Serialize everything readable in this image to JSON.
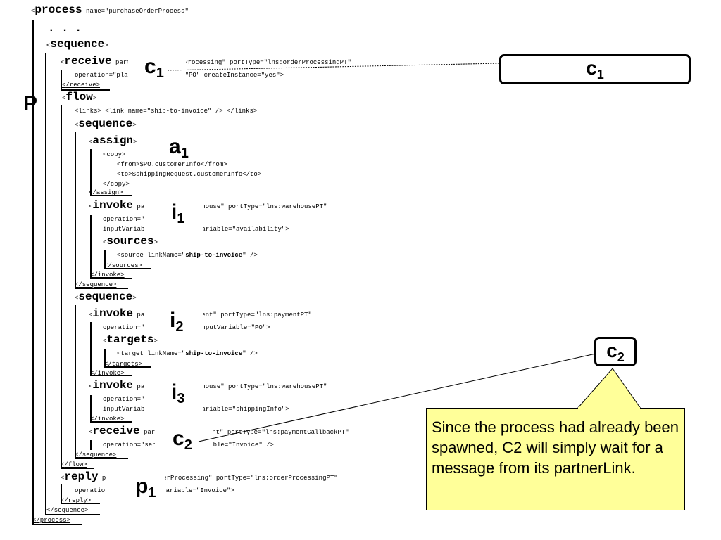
{
  "code": {
    "process_open_tag": "process",
    "process_attrs": " name=\"purchaseOrderProcess\"",
    "ellipsis": ". . .",
    "sequence_tag": "sequence",
    "receive_tag": "receive",
    "receive1_attr": " partnerLink=\"orderProcessing\" portType=\"lns:orderProcessingPT\"",
    "receive1_attr2": "operation=\"placePO\" variable=\"PO\" createInstance=\"yes\">",
    "receive_close": "/receive>",
    "flow_tag": "flow",
    "links_line": "<links> <link name=\"ship-to-invoice\" /> </links>",
    "assign_tag": "assign",
    "copy_open": "<copy>",
    "from_line": "<from>$PO.customerInfo</from>",
    "to_line": "<to>$shippingRequest.customerInfo</to>",
    "copy_close": "</copy>",
    "assign_close": "/assign>",
    "invoke_tag": "invoke",
    "invoke1_attr": " partnerLink=\"warehouse\" portType=\"lns:warehousePT\"",
    "invoke1_attr2": "operation=\"checkInventory\"",
    "invoke1_attr3": "inputVariable=\"PO\" outputVariable=\"availability\">",
    "sources_tag": "sources",
    "source_prefix": "<source linkName=\"",
    "link_name": "ship-to-invoice",
    "link_suffix": "\" />",
    "sources_close": "/sources>",
    "invoke_close": "/invoke>",
    "sequence_close": "/sequence>",
    "invoke2_attr": " partnerLink=\"payment\" portType=\"lns:paymentPT\"",
    "invoke2_attr2": "operation=\"orderPayment\" inputVariable=\"PO\">",
    "targets_tag": "targets",
    "target_prefix": "<target linkName=\"",
    "targets_close": "/targets>",
    "invoke3_attr": " partnerLink=\"warehouse\" portType=\"lns:warehousePT\"",
    "invoke3_attr2": "operation=\"shipOrder\"",
    "invoke3_attr3": "inputVariable=\"PO\" outputVariable=\"shippingInfo\">",
    "receive2_attr": " partnerLink=\"payment\" portType=\"lns:paymentCallbackPT\"",
    "receive2_attr2": "operation=\"sendInvoice\" variable=\"Invoice\" />",
    "flow_close": "/flow>",
    "reply_tag": "reply",
    "reply_attr": " partnerLink=\"orderProcessing\" portType=\"lns:orderProcessingPT\"",
    "reply_attr2": "operation=\"placeOrder\" variable=\"Invoice\">",
    "reply_close": "/reply>",
    "process_close": "/process>",
    "lt": "<",
    "gt": ">"
  },
  "labels": {
    "p": "P",
    "c": "c",
    "a": "a",
    "i": "i",
    "p_lower": "p",
    "sub1": "1",
    "sub2": "2",
    "sub3": "3"
  },
  "callout": {
    "text": "Since the process had already been spawned, C2 will simply wait for a message from its partnerLink.",
    "fill_color": "#ffff99"
  }
}
